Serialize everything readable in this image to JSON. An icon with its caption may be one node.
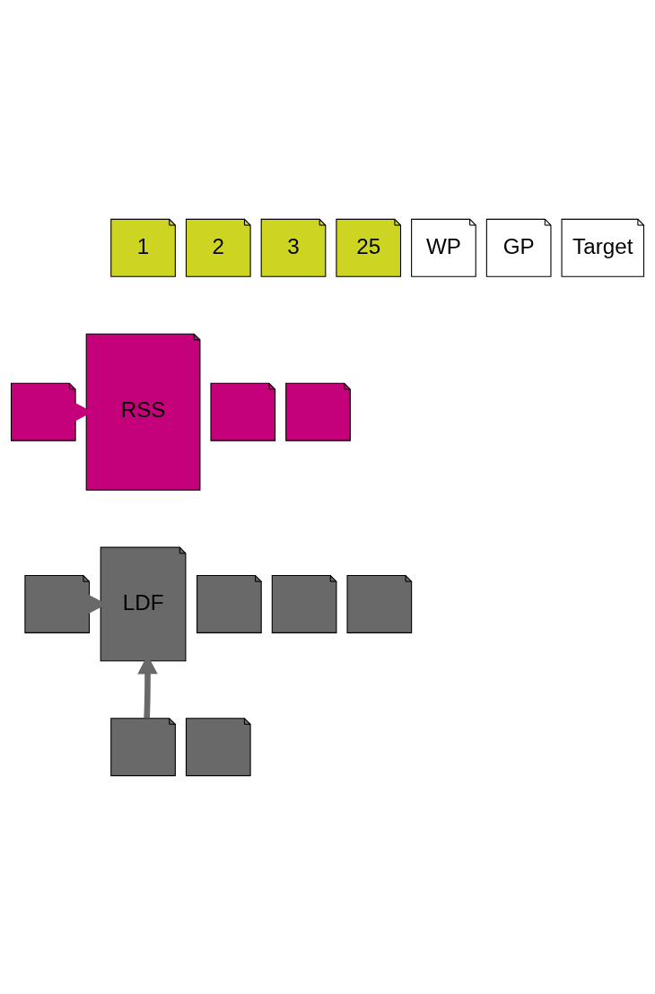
{
  "diagram": {
    "nodes": [
      {
        "text": [
          "1"
        ]
      },
      {
        "text": [
          "2"
        ]
      },
      {
        "text": [
          "3"
        ]
      },
      {
        "text": [
          "25"
        ]
      },
      {
        "text": [
          "WP"
        ]
      },
      {
        "text": [
          "GP"
        ]
      },
      {
        "text": [
          "Target"
        ]
      },
      {
        "text": [
          "RSS"
        ]
      },
      {
        "text": [],
        "shape": "document"
      },
      {
        "text": [],
        "shape": "document"
      },
      {
        "text": [],
        "shape": "document"
      },
      {
        "text": [
          "LDF"
        ]
      },
      {
        "text": [],
        "shape": "document"
      },
      {
        "text": [],
        "shape": "document"
      },
      {
        "text": [],
        "shape": "document"
      },
      {
        "text": [],
        "shape": "document"
      },
      {
        "text": [],
        "shape": "document"
      },
      {
        "text": [],
        "shape": "document"
      }
    ],
    "edges": [
      {
        "from": 8,
        "to": 7,
        "arrow": "to",
        "color": "#c4007a"
      },
      {
        "from": 12,
        "to": 11,
        "arrow": "to"
      },
      {
        "from": 16,
        "to": 11,
        "arrow": "to"
      }
    ]
  }
}
